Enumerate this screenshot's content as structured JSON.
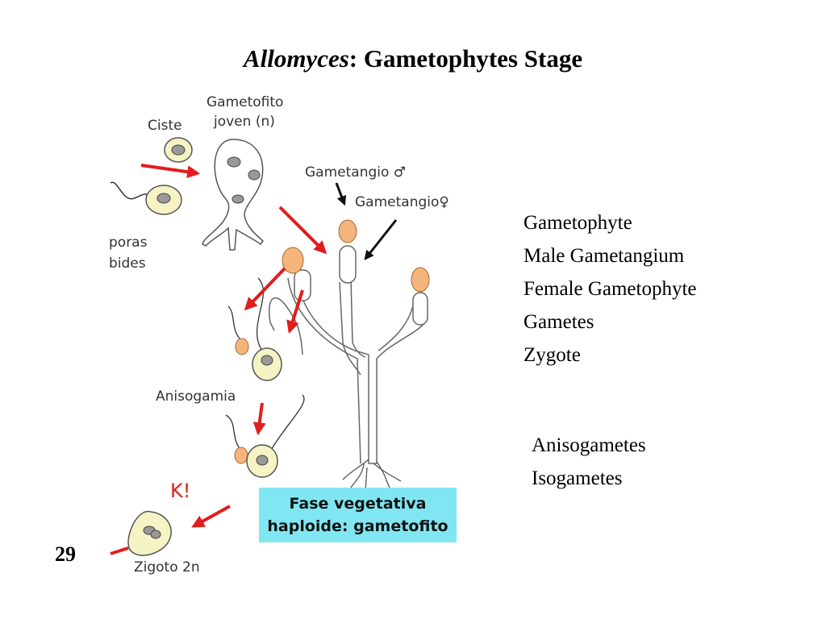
{
  "slide": {
    "title_italic": "Allomyces",
    "title_rest": ": Gametophytes Stage",
    "page_number": "29"
  },
  "diagram": {
    "labels": {
      "ciste": "Ciste",
      "gametofito_line1": "Gametofito",
      "gametofito_line2": "joven (n)",
      "gametangio_male": "Gametangio ♂",
      "gametangio_female": "Gametangio♀",
      "esporas_line1": "poras",
      "esporas_line2": "bides",
      "anisogamia": "Anisogamia",
      "k_mark": "K!",
      "zigoto": "Zigoto 2n"
    },
    "fase_box": {
      "line1": "Fase vegetativa",
      "line2": "haploide: gametofito"
    },
    "colors": {
      "cell_fill": "#f6f3c4",
      "gametangium": "#f5b57a",
      "arrow_red": "#e11d1d",
      "box": "#80e7f2"
    }
  },
  "terms": {
    "list1": [
      "Gametophyte",
      "Male Gametangium",
      "Female Gametophyte",
      "Gametes",
      "Zygote"
    ],
    "list2": [
      "Anisogametes",
      "Isogametes"
    ]
  }
}
